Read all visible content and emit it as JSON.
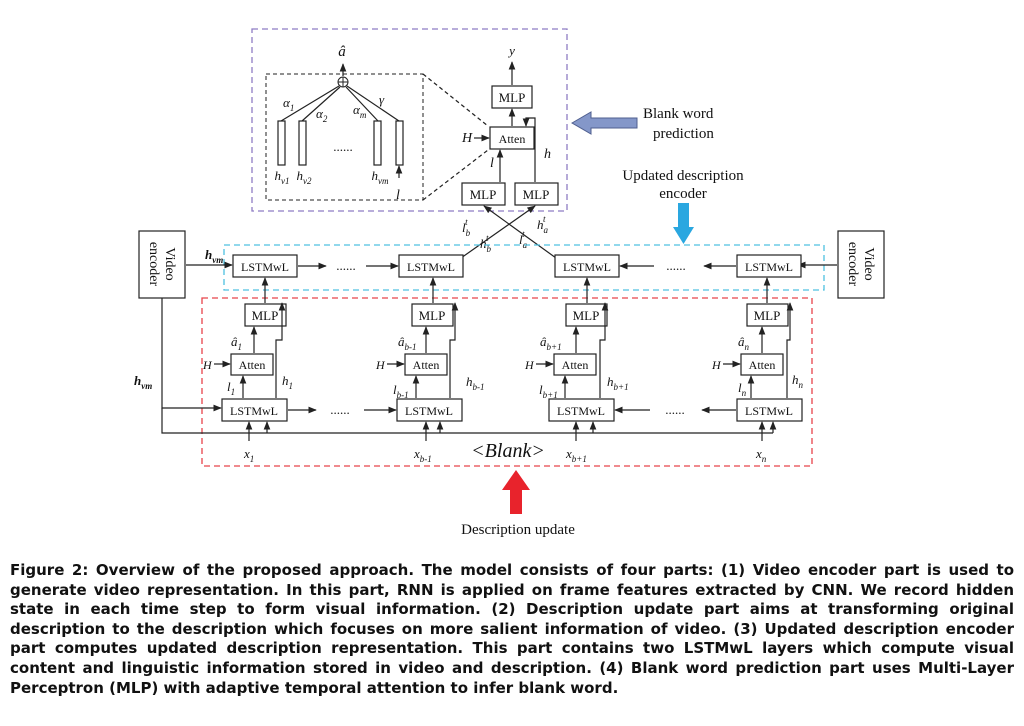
{
  "labels": {
    "a_hat": "â",
    "y": "y",
    "mlp": "MLP",
    "atten": "Atten",
    "lstmwl": "LSTMwL",
    "h_cap": "H",
    "l_small": "l",
    "h_small": "h",
    "alpha1": "α1",
    "alpha2": "α2",
    "alpham": "αm",
    "gamma": "γ",
    "dots": "......",
    "hv1": "hv1",
    "hv2": "hv2",
    "hvm": "hvm",
    "l_b_t": "lbt",
    "h_b_t": "hbt",
    "l_a_t": "lat",
    "h_a_t": "hat",
    "video_encoder": "Video encoder",
    "blank_word_prediction": "Blank word prediction",
    "updated_description_encoder": "Updated description encoder",
    "description_update": "Description update",
    "blank": "<Blank>",
    "a1_hat": "â1",
    "ab1_hat": "âb-1",
    "ab1p_hat": "âb+1",
    "an_hat": "ân",
    "l1": "l1",
    "lb1": "lb-1",
    "lb1p": "lb+1",
    "ln": "ln",
    "h1": "h1",
    "hb1": "hb-1",
    "hb1p": "hb+1",
    "hn": "hn",
    "x1": "x1",
    "xb1": "xb-1",
    "xb1p": "xb+1",
    "xn": "xn"
  },
  "caption": "Figure 2: Overview of the proposed approach. The model consists of four parts: (1) Video encoder part is used to generate video representation. In this part, RNN is applied on frame features extracted by CNN. We record hidden state in each time step to form visual information. (2) Description update part aims at transforming original description to the description which focuses on more salient information of video. (3) Updated description encoder part computes updated description representation. This part contains two LSTMwL layers which compute visual content and linguistic information stored in video and description. (4) Blank word prediction part uses Multi-Layer Perceptron (MLP) with adaptive temporal attention to infer blank word.",
  "colors": {
    "purple_dashed": "#8e7cc3",
    "cyan_dashed": "#4fc1e0",
    "red_dashed": "#e8434a",
    "blue_arrow": "#8497c9",
    "cyan_arrow": "#2aa7e0",
    "red_arrow": "#e8232c"
  }
}
